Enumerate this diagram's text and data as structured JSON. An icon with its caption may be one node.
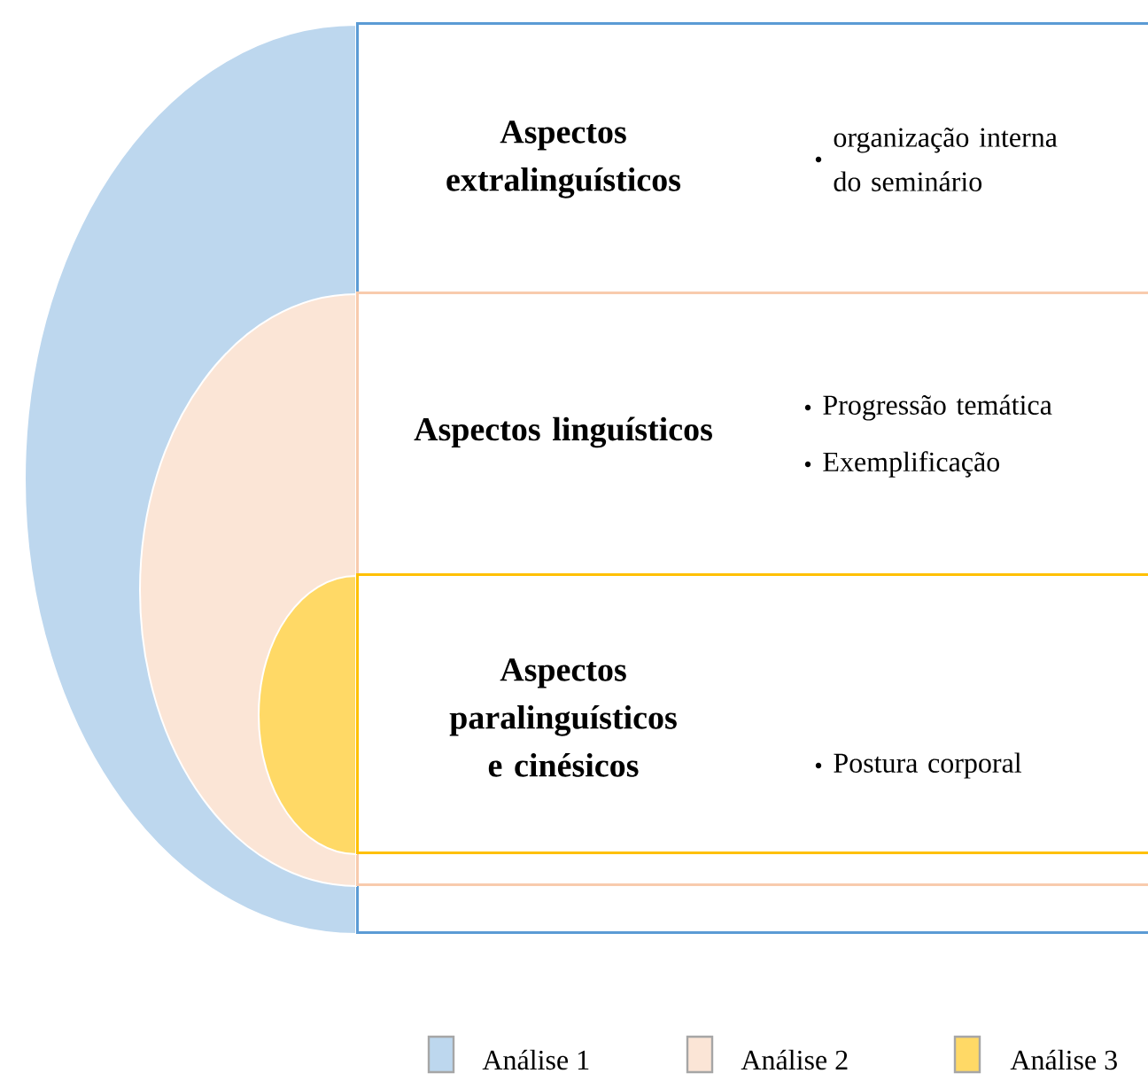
{
  "diagram": {
    "nodes": [
      {
        "text": [
          "Aspectos extralinguísticos",
          "organização interna do seminário"
        ]
      },
      {
        "text": [
          "Aspectos linguísticos",
          "Progressão temática",
          "Exemplificação"
        ],
        "in": 0
      },
      {
        "text": [
          "Aspectos paralinguísticos e cinésicos",
          "Postura corporal"
        ],
        "in": 1
      }
    ],
    "legend": [
      {
        "text": "Análise 1",
        "color": "#bdd7ee"
      },
      {
        "text": "Análise 2",
        "color": "#fbe5d6"
      },
      {
        "text": "Análise 3",
        "color": "#ffd966"
      }
    ]
  }
}
